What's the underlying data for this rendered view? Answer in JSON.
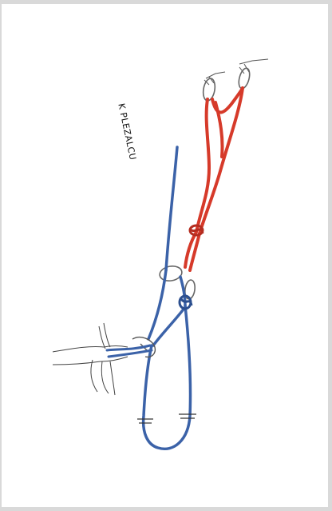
{
  "label": "K PLEZALCU",
  "colors": {
    "blue_rope": "#3b62a8",
    "red_rope": "#d63a2a",
    "metal": "#777777",
    "ink": "#222222",
    "border": "#d9d9d9"
  },
  "icons": [
    "rope-blue",
    "rope-red",
    "carabiner",
    "piton",
    "hand",
    "belay-device",
    "knot"
  ]
}
